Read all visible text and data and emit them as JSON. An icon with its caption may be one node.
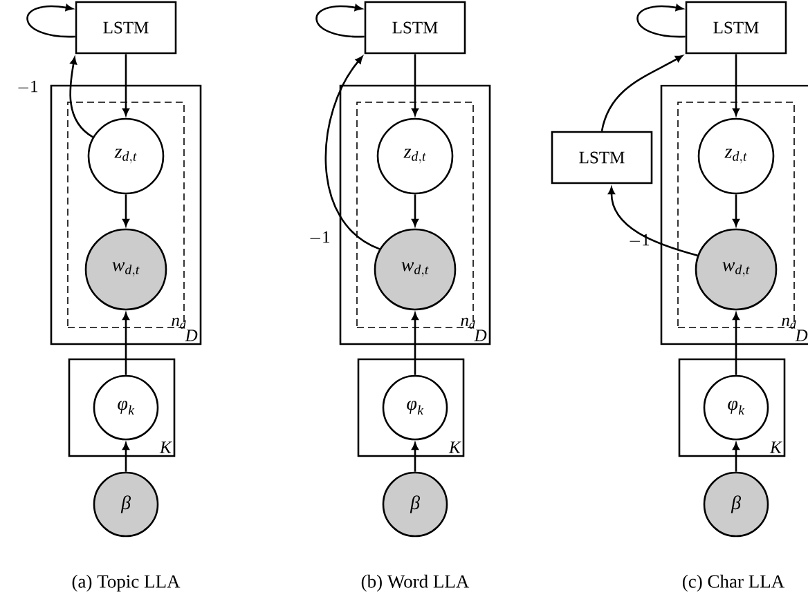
{
  "diagram": {
    "nodes": [
      {
        "text": [
          "LSTM"
        ]
      },
      {
        "text": [
          "D"
        ]
      },
      {
        "text": [
          "n_d"
        ],
        "in": 1
      },
      {
        "text": [
          "z_{d,t}"
        ],
        "in": 2
      },
      {
        "text": [
          "w_{d,t}"
        ],
        "in": 2
      },
      {
        "text": [
          "K"
        ]
      },
      {
        "text": [
          "\\phi_k"
        ],
        "in": 5
      },
      {
        "text": [
          "\\beta"
        ]
      },
      {
        "text": [
          "LSTM"
        ]
      },
      {
        "text": [
          "D"
        ]
      },
      {
        "text": [
          "n_d"
        ],
        "in": 9
      },
      {
        "text": [
          "z_{d,t}"
        ],
        "in": 10
      },
      {
        "text": [
          "w_{d,t}"
        ],
        "in": 10
      },
      {
        "text": [
          "K"
        ]
      },
      {
        "text": [
          "\\phi_k"
        ],
        "in": 13
      },
      {
        "text": [
          "\\beta"
        ]
      },
      {
        "text": [
          "LSTM"
        ]
      },
      {
        "text": [
          "LSTM"
        ]
      },
      {
        "text": [
          "D"
        ]
      },
      {
        "text": [
          "n_d"
        ],
        "in": 18
      },
      {
        "text": [
          "z_{d,t}"
        ],
        "in": 19
      },
      {
        "text": [
          "w_{d,t}"
        ],
        "in": 19
      },
      {
        "text": [
          "K"
        ]
      },
      {
        "text": [
          "\\phi_k"
        ],
        "in": 22
      },
      {
        "text": [
          "\\beta"
        ]
      }
    ],
    "edges": [
      {
        "from": 0,
        "to": 0,
        "arrow": "to"
      },
      {
        "from": 0,
        "to": 3,
        "arrow": "to"
      },
      {
        "from": 3,
        "to": 4,
        "arrow": "to"
      },
      {
        "from": 6,
        "to": 4,
        "arrow": "to"
      },
      {
        "from": 7,
        "to": 6,
        "arrow": "to"
      },
      {
        "from": 3,
        "to": 0,
        "arrow": "to",
        "label": "-1"
      },
      {
        "from": 8,
        "to": 8,
        "arrow": "to"
      },
      {
        "from": 8,
        "to": 11,
        "arrow": "to"
      },
      {
        "from": 11,
        "to": 12,
        "arrow": "to"
      },
      {
        "from": 14,
        "to": 12,
        "arrow": "to"
      },
      {
        "from": 15,
        "to": 14,
        "arrow": "to"
      },
      {
        "from": 12,
        "to": 8,
        "arrow": "to",
        "label": "-1"
      },
      {
        "from": 16,
        "to": 16,
        "arrow": "to"
      },
      {
        "from": 16,
        "to": 20,
        "arrow": "to"
      },
      {
        "from": 20,
        "to": 21,
        "arrow": "to"
      },
      {
        "from": 23,
        "to": 21,
        "arrow": "to"
      },
      {
        "from": 24,
        "to": 23,
        "arrow": "to"
      },
      {
        "from": 21,
        "to": 17,
        "arrow": "to",
        "label": "-1"
      },
      {
        "from": 17,
        "to": 16,
        "arrow": "to"
      }
    ],
    "labels": [
      "(a) Topic LLA",
      "(b) Word LLA",
      "(c) Char LLA"
    ]
  }
}
